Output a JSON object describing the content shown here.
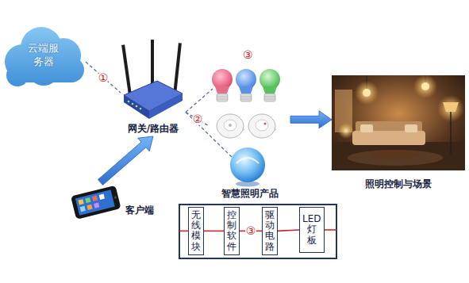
{
  "diagram": {
    "nodes": [
      {
        "text": [
          "云端服务器"
        ]
      },
      {
        "text": [
          "网关/路由器"
        ]
      },
      {
        "text": [
          "客户端"
        ]
      },
      {
        "text": [
          "智慧照明产品"
        ]
      },
      {
        "text": [
          "照明控制与场景"
        ]
      },
      {
        "text": [
          "无线模块"
        ]
      },
      {
        "text": [
          "控制软件"
        ]
      },
      {
        "text": [
          "驱动电路"
        ]
      },
      {
        "text": [
          "LED灯板"
        ]
      }
    ],
    "edges": [
      {
        "from": 0,
        "to": 1,
        "arrow": "none",
        "label": "①"
      },
      {
        "from": 2,
        "to": 1,
        "arrow": "to"
      },
      {
        "from": 1,
        "to": 3,
        "arrow": "none",
        "label": "②"
      },
      {
        "from": 3,
        "to": 4,
        "arrow": "to"
      },
      {
        "from": 5,
        "to": 6,
        "arrow": "none"
      },
      {
        "from": 6,
        "to": 7,
        "arrow": "none",
        "label": "③"
      },
      {
        "from": 7,
        "to": 8,
        "arrow": "none"
      }
    ],
    "labels": [
      "③"
    ]
  }
}
